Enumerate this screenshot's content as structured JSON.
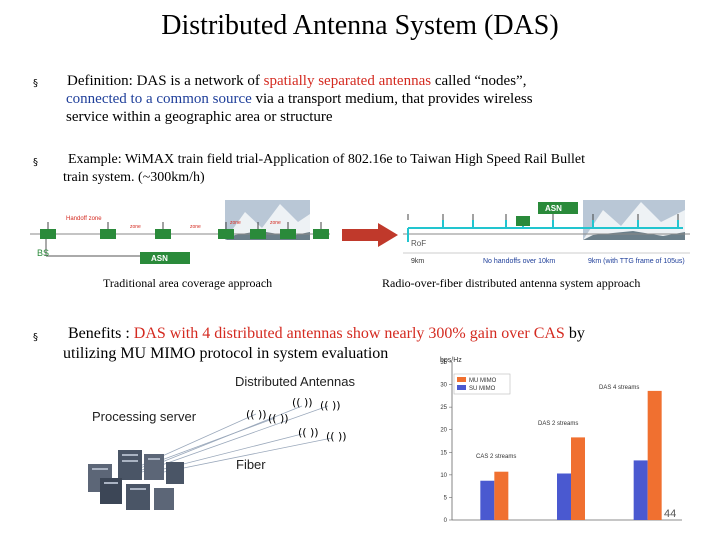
{
  "slide": {
    "title": "Distributed Antenna System (DAS)",
    "bullet_char": "§",
    "page_number": "44"
  },
  "bullets": {
    "definition": {
      "l1a": "Definition: DAS is a network of ",
      "l1b": "spatially separated antennas",
      "l1c": " called “nodes”,",
      "l2a": "connected to a common source",
      "l2b": " via a transport medium, that provides wireless",
      "l3": "service within a geographic area or structure"
    },
    "example": {
      "l1": "Example: WiMAX train field trial-Application of 802.16e to Taiwan High Speed Rail Bullet",
      "l2": "train system. (~300km/h)"
    },
    "benefits": {
      "l1a": "Benefits : ",
      "l1b": "DAS with 4 distributed antennas show nearly 300% gain over CAS",
      "l1c": " by",
      "l2": "utilizing MU MIMO protocol in system evaluation"
    }
  },
  "left_diagram": {
    "caption": "Traditional area coverage approach",
    "bs_label": "BS",
    "asn_label": "ASN",
    "handoff_label": "Handoff zone"
  },
  "right_diagram": {
    "caption": "Radio-over-fiber distributed antenna system approach",
    "asn_label": "ASN",
    "rof_label": "RoF",
    "dist1": "9km",
    "dist2": "No handoffs over 10km",
    "dist3": "9km (with TTG frame of 105us)"
  },
  "das_diagram": {
    "distributed_label": "Distributed Antennas",
    "processing_label": "Processing  server",
    "fiber_label": "Fiber"
  },
  "bar_chart": {
    "ylabel": "bps/Hz",
    "legend_mu": "MU MIMO",
    "legend_su": "SU MIMO",
    "annot_das4": "DAS 4 streams",
    "annot_das2": "DAS 2 streams",
    "annot_cas2": "CAS 2 streams",
    "ticks": [
      "0",
      "5",
      "10",
      "15",
      "20",
      "25",
      "30",
      "35"
    ]
  },
  "colors": {
    "accent_red": "#d42a20",
    "accent_blue": "#1f3f9a",
    "mu_mimo": "#f07030",
    "su_mimo": "#4a59d0",
    "asn_green": "#2a8a3a",
    "fiber_cyan": "#22c5cf"
  },
  "chart_data": {
    "type": "bar",
    "categories": [
      "CAS 2 streams",
      "DAS 2 streams",
      "DAS 4 streams"
    ],
    "series": [
      {
        "name": "MU MIMO",
        "values": [
          10.7,
          18.3,
          28.6
        ]
      },
      {
        "name": "SU MIMO",
        "values": [
          8.7,
          10.3,
          13.2
        ]
      }
    ],
    "xlabel": "",
    "ylabel": "bps/Hz",
    "ylim": [
      0,
      35
    ],
    "grid": false,
    "legend": "top-left"
  }
}
